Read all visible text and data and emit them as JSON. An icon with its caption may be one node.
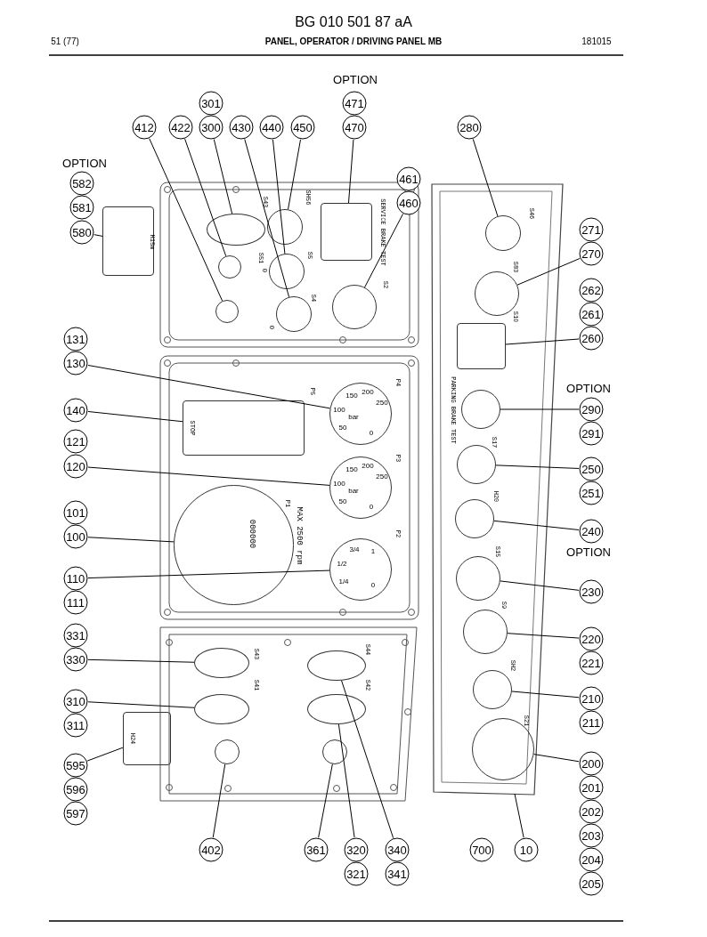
{
  "diagram": {
    "title": "PANEL, OPERATOR / DRIVING PANEL MB",
    "nodes": [
      {
        "text": [
          "412"
        ]
      },
      {
        "text": [
          "422"
        ]
      },
      {
        "text": [
          "300"
        ]
      },
      {
        "text": [
          "430"
        ]
      },
      {
        "text": [
          "440"
        ]
      },
      {
        "text": [
          "450"
        ]
      },
      {
        "text": [
          "470"
        ]
      },
      {
        "text": [
          "280"
        ]
      },
      {
        "text": [
          "460"
        ]
      },
      {
        "text": [
          "580"
        ]
      },
      {
        "text": [
          "270"
        ]
      },
      {
        "text": [
          "260"
        ]
      },
      {
        "text": [
          "130"
        ]
      },
      {
        "text": [
          "140"
        ]
      },
      {
        "text": [
          "290"
        ]
      },
      {
        "text": [
          "120"
        ]
      },
      {
        "text": [
          "250"
        ]
      },
      {
        "text": [
          "240"
        ]
      },
      {
        "text": [
          "100"
        ]
      },
      {
        "text": [
          "110"
        ]
      },
      {
        "text": [
          "230"
        ]
      },
      {
        "text": [
          "220"
        ]
      },
      {
        "text": [
          "330"
        ]
      },
      {
        "text": [
          "210"
        ]
      },
      {
        "text": [
          "310"
        ]
      },
      {
        "text": [
          "595"
        ]
      },
      {
        "text": [
          "200"
        ]
      },
      {
        "text": [
          "402"
        ]
      },
      {
        "text": [
          "361"
        ]
      },
      {
        "text": [
          "320"
        ]
      },
      {
        "text": [
          "340"
        ]
      },
      {
        "text": [
          "10"
        ]
      },
      {
        "text": [],
        "shape": "box"
      },
      {
        "text": [],
        "shape": "circle",
        "in": 32
      },
      {
        "text": [],
        "shape": "circle",
        "in": 32
      },
      {
        "text": [],
        "shape": "box",
        "in": 32
      },
      {
        "text": [],
        "shape": "circle",
        "in": 32
      },
      {
        "text": [],
        "shape": "circle",
        "in": 32
      },
      {
        "text": [],
        "shape": "circle",
        "in": 32
      },
      {
        "text": [],
        "shape": "circle",
        "in": 32
      },
      {
        "text": [],
        "shape": "circle",
        "in": 32
      },
      {
        "text": [],
        "shape": "circle",
        "in": 32
      },
      {
        "text": [],
        "shape": "circle",
        "in": 32
      },
      {
        "text": [],
        "shape": "ellipse"
      },
      {
        "text": [],
        "shape": "circle"
      },
      {
        "text": [],
        "shape": "circle"
      },
      {
        "text": [],
        "shape": "circle"
      },
      {
        "text": [],
        "shape": "circle"
      },
      {
        "text": [],
        "shape": "circle"
      },
      {
        "text": [],
        "shape": "box"
      },
      {
        "text": [],
        "shape": "circle"
      },
      {
        "text": [],
        "shape": "box"
      },
      {
        "text": [],
        "shape": "box"
      },
      {
        "text": [],
        "shape": "circle"
      },
      {
        "text": [],
        "shape": "circle"
      },
      {
        "text": [],
        "shape": "circle"
      },
      {
        "text": [],
        "shape": "circle"
      },
      {
        "text": [],
        "shape": "ellipse"
      },
      {
        "text": [],
        "shape": "ellipse"
      },
      {
        "text": [],
        "shape": "ellipse"
      },
      {
        "text": [],
        "shape": "ellipse"
      },
      {
        "text": [],
        "shape": "circle"
      },
      {
        "text": [],
        "shape": "circle"
      },
      {
        "text": [],
        "shape": "box"
      },
      {
        "text": [
          "301"
        ]
      },
      {
        "text": [
          "471"
        ]
      },
      {
        "text": [
          "461"
        ]
      },
      {
        "text": [
          "582"
        ]
      },
      {
        "text": [
          "581"
        ]
      },
      {
        "text": [
          "271"
        ]
      },
      {
        "text": [
          "262"
        ]
      },
      {
        "text": [
          "261"
        ]
      },
      {
        "text": [
          "131"
        ]
      },
      {
        "text": [
          "291"
        ]
      },
      {
        "text": [
          "121"
        ]
      },
      {
        "text": [
          "251"
        ]
      },
      {
        "text": [
          "101"
        ]
      },
      {
        "text": [
          "111"
        ]
      },
      {
        "text": [
          "331"
        ]
      },
      {
        "text": [
          "221"
        ]
      },
      {
        "text": [
          "311"
        ]
      },
      {
        "text": [
          "211"
        ]
      },
      {
        "text": [
          "596"
        ]
      },
      {
        "text": [
          "201"
        ]
      },
      {
        "text": [
          "597"
        ]
      },
      {
        "text": [
          "202"
        ]
      },
      {
        "text": [
          "203"
        ]
      },
      {
        "text": [
          "700"
        ]
      },
      {
        "text": [
          "204"
        ]
      },
      {
        "text": [
          "321"
        ]
      },
      {
        "text": [
          "341"
        ]
      },
      {
        "text": [
          "205"
        ]
      }
    ],
    "edges": [
      {
        "from": 0,
        "to": 45,
        "arrow": "none"
      },
      {
        "from": 1,
        "to": 44,
        "arrow": "none"
      },
      {
        "from": 2,
        "to": 43,
        "arrow": "none"
      },
      {
        "from": 3,
        "to": 48,
        "arrow": "none"
      },
      {
        "from": 4,
        "to": 47,
        "arrow": "none"
      },
      {
        "from": 5,
        "to": 46,
        "arrow": "none"
      },
      {
        "from": 6,
        "to": 49,
        "arrow": "none"
      },
      {
        "from": 7,
        "to": 33,
        "arrow": "none"
      },
      {
        "from": 8,
        "to": 50,
        "arrow": "none"
      },
      {
        "from": 9,
        "to": 51,
        "arrow": "none"
      },
      {
        "from": 10,
        "to": 34,
        "arrow": "none"
      },
      {
        "from": 11,
        "to": 35,
        "arrow": "none"
      },
      {
        "from": 12,
        "to": 53,
        "arrow": "none"
      },
      {
        "from": 13,
        "to": 52,
        "arrow": "none"
      },
      {
        "from": 14,
        "to": 36,
        "arrow": "none"
      },
      {
        "from": 15,
        "to": 54,
        "arrow": "none"
      },
      {
        "from": 16,
        "to": 37,
        "arrow": "none"
      },
      {
        "from": 17,
        "to": 38,
        "arrow": "none"
      },
      {
        "from": 18,
        "to": 55,
        "arrow": "none"
      },
      {
        "from": 19,
        "to": 56,
        "arrow": "none"
      },
      {
        "from": 20,
        "to": 39,
        "arrow": "none"
      },
      {
        "from": 21,
        "to": 40,
        "arrow": "none"
      },
      {
        "from": 22,
        "to": 57,
        "arrow": "none"
      },
      {
        "from": 23,
        "to": 41,
        "arrow": "none"
      },
      {
        "from": 24,
        "to": 58,
        "arrow": "none"
      },
      {
        "from": 25,
        "to": 63,
        "arrow": "none"
      },
      {
        "from": 26,
        "to": 42,
        "arrow": "none"
      },
      {
        "from": 27,
        "to": 61,
        "arrow": "none"
      },
      {
        "from": 28,
        "to": 62,
        "arrow": "none"
      },
      {
        "from": 29,
        "to": 60,
        "arrow": "none"
      },
      {
        "from": 30,
        "to": 59,
        "arrow": "none"
      },
      {
        "from": 31,
        "to": 32,
        "arrow": "none"
      }
    ],
    "labels": [
      "BG 010 501 87 aA",
      "51 (77)",
      "181015",
      "OPTION",
      "OPTION",
      "OPTION",
      "OPTION",
      "S43",
      "SH56",
      "S51",
      "S5",
      "0",
      "S4",
      "0",
      "SERVICE BRAKE TEST",
      "S2",
      "H15m",
      "S46",
      "S83",
      "S10",
      "PARKING BRAKE TEST",
      "P5",
      "P4",
      "STOP",
      "P3",
      "P1",
      "MAX 2500 rpm",
      "000000",
      "P2",
      "S17",
      "H20",
      "S15",
      "S9",
      "SH2",
      "S21",
      "S43",
      "S41",
      "S44",
      "S42",
      "H24",
      "50",
      "100",
      "150",
      "200",
      "250",
      "0",
      "bar",
      "50",
      "100",
      "150",
      "200",
      "250",
      "0",
      "bar",
      "1/4",
      "1/2",
      "3/4",
      "1",
      "0"
    ]
  }
}
